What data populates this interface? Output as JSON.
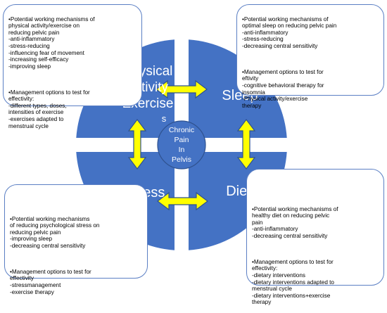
{
  "colors": {
    "quadrant_fill": "#4472c4",
    "center_fill": "#4472c4",
    "center_stroke": "#2f528f",
    "arrow_fill": "#ffff00",
    "arrow_stroke": "#2f528f",
    "box_border": "#5b7fc4"
  },
  "quadrants": {
    "top_left": [
      "Physical",
      "activity",
      "Exercise"
    ],
    "top_right": "Sleep",
    "bottom_left": "Stress",
    "bottom_right": "Diet"
  },
  "center": [
    "Chronic",
    "Pain",
    "In",
    "Pelvis"
  ],
  "stray_mark": "s",
  "boxes": {
    "top_left": {
      "mechanisms": "•Potential working mechanisms of\nphysical activity/exercise on\nreducing pelvic pain\n -anti-inflammatory\n -stress-reducing\n -influencing fear of movement\n -increasing self-efficacy\n -improving sleep",
      "management": "•Management options to test for\neffectivity:\n -different types, doses,\nintensities of exercise\n -exercises adapted to\nmenstrual cycle"
    },
    "top_right": {
      "mechanisms": "•Potential working mechanisms of\noptimal sleep on reducing pelvic pain\n -anti-inflammatory\n -stress-reducing\n -decreasing central sensitivity",
      "management": "•Management options to test for\neftivity\n      -cognitive behavioral therapy for\n             insomnia\n          -Physical activity/exercise\n             therapy"
    },
    "bottom_left": {
      "mechanisms": "•Potential working mechanisms\nof reducing psychological stress on\nreducing pelvic  pain\n -improving sleep\n -decreasing central sensitivity",
      "management": "•Management options to test for\neffectivity\n -stressmanagement\n -exercise therapy"
    },
    "bottom_right": {
      "mechanisms": "•Potential working mechanisms of\nhealthy diet on reducing pelvic\npain\n -anti-inflammatory\n -decreasing central sensitivity",
      "management": "•Management options to test for\neffectivity:\n -dietary interventions\n -dietary interventions adapted to\nmenstrual cycle\n -dietary interventions+exercise\ntherapy"
    }
  }
}
